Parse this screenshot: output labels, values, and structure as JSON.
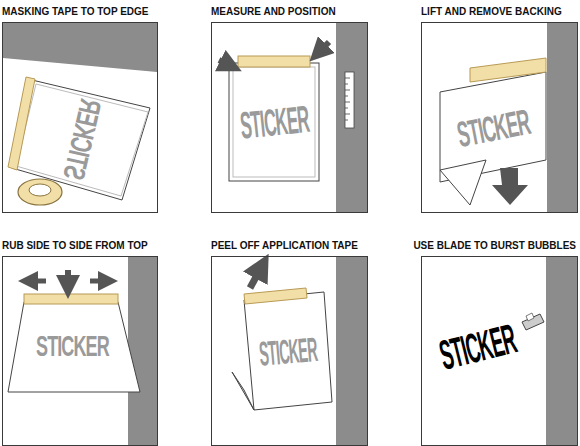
{
  "diagram": {
    "nodes": [
      {
        "text": [
          "MASKING TAPE TO TOP EDGE"
        ]
      },
      {
        "text": [
          "MEASURE AND POSITION"
        ]
      },
      {
        "text": [
          "LIFT AND REMOVE BACKING"
        ]
      },
      {
        "text": [
          "RUB SIDE TO SIDE FROM TOP"
        ]
      },
      {
        "text": [
          "PEEL OFF APPLICATION TAPE"
        ]
      },
      {
        "text": [
          "USE BLADE TO BURST BUBBLES"
        ]
      }
    ],
    "labels": [
      "STICKER",
      "STICKER",
      "STICKER",
      "STICKER",
      "STICKER",
      "STICKER"
    ]
  }
}
